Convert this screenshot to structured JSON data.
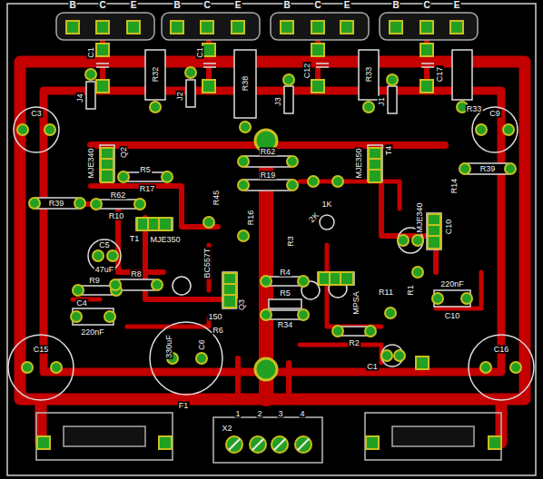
{
  "diagram": {
    "labels": [
      "B",
      "C",
      "E",
      "B",
      "C",
      "E",
      "B",
      "C",
      "E",
      "B",
      "C",
      "E",
      "C1",
      "R32",
      "C1",
      "R38",
      "C12",
      "R33",
      "C17",
      "R33",
      "J4",
      "J2",
      "J3",
      "J1",
      "C3",
      "C9",
      "MJE340",
      "Q2",
      "MJE350",
      "T4",
      "R62",
      "R19",
      "R5",
      "R17",
      "R62",
      "R10",
      "R39",
      "R39",
      "R14",
      "R45",
      "R16",
      "1K",
      "2K",
      "R3",
      "MJE340",
      "C10",
      "T1",
      "MJE350",
      "C5",
      "47uF",
      "R8",
      "R9",
      "C4",
      "220nF",
      "BC557T",
      "Q3",
      "150",
      "R6",
      "330uF",
      "C6",
      "R4",
      "R5",
      "R34",
      "MPSA",
      "R11",
      "R1",
      "220nF",
      "C10",
      "R2",
      "C1",
      "C15",
      "C16",
      "F1",
      "X2",
      "1",
      "2",
      "3",
      "4"
    ]
  }
}
